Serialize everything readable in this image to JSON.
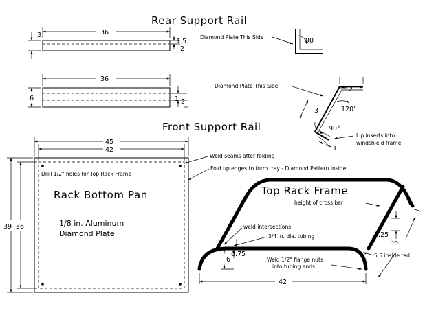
{
  "titles": {
    "rear": "Rear Support Rail",
    "front": "Front Support Rail",
    "pan": "Rack Bottom Pan",
    "frame": "Top Rack Frame"
  },
  "rear_rail": {
    "length": "36",
    "height": "3",
    "thickness": "1.5",
    "flange": "2",
    "angle": "90",
    "diamond_note": "Diamond Plate This Side"
  },
  "front_rail": {
    "length": "36",
    "height": "6",
    "dim_1": "1",
    "dim_2": "2",
    "diamond_note": "Diamond Plate This Side",
    "top_width": "2",
    "side_length": "3",
    "angle_top": "120°",
    "angle_bottom": "90°",
    "lip_dim": "1",
    "lip_note_line1": "Lip inserts into",
    "lip_note_line2": "windshield frame"
  },
  "pan": {
    "outer_width": "45",
    "inner_width": "42",
    "outer_height": "39",
    "inner_height": "36",
    "drill_note": "Drill 1/2\" holes for Top Rack Frame",
    "weld_note": "Weld seams after folding",
    "fold_note": "Fold up edges to form tray - Diamond Pattern inside",
    "material_line1": "1/8 in. Aluminum",
    "material_line2": "Diamond Plate"
  },
  "frame": {
    "crossbar_note": "height of cross bar",
    "weld_note": "weld intersections",
    "tubing_note": "3/4 in. dia. tubing",
    "flange_note_line1": "Weld 1/2\" flange nuts",
    "flange_note_line2": "into tubing ends",
    "radius_note": "5.5 inside rad.",
    "dim_crossbar": "5.25",
    "dim_depth": "36",
    "dim_width": "42",
    "dim_rise": "6.75",
    "dim_height": "6"
  }
}
